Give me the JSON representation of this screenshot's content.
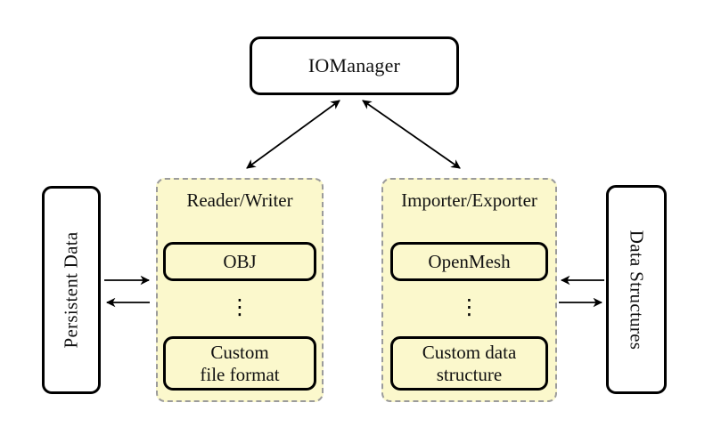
{
  "colors": {
    "background": "#FFFFFF",
    "panel_fill": "#FBF8CC",
    "panel_border": "#9B9B9B",
    "box_border": "#000000",
    "arrow": "#000000"
  },
  "io_manager": {
    "label": "IOManager"
  },
  "reader_writer": {
    "title": "Reader/Writer",
    "item_top": "OBJ",
    "ellipsis": "⋮",
    "item_bottom": "Custom\nfile format"
  },
  "importer_exporter": {
    "title": "Importer/Exporter",
    "item_top": "OpenMesh",
    "ellipsis": "⋮",
    "item_bottom": "Custom data\nstructure"
  },
  "persistent_data": {
    "label": "Persistent Data"
  },
  "data_structures": {
    "label": "Data Structures"
  }
}
